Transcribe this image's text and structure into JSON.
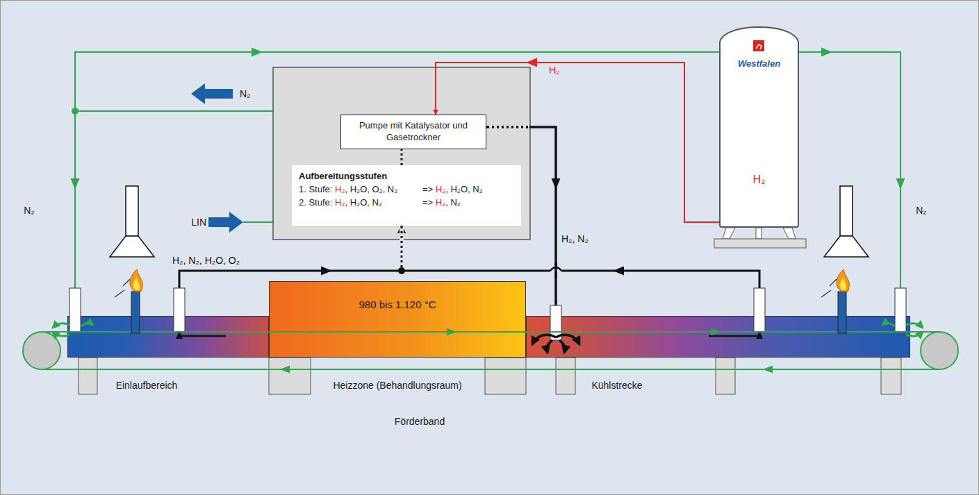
{
  "diagram": {
    "nodes": [
      {
        "text": [
          "Pumpe mit Katalysator und Gasetrockner"
        ]
      },
      {
        "text": [
          "Aufbereitungsstufen",
          "1. Stufe: H₂, H₂O, O₂, N₂ => H₂, H₂O, N₂",
          "2. Stufe: H₂, H₂O, N₂ => H₂, N₂"
        ]
      },
      {
        "text": [
          "Westfalen",
          "H₂"
        ]
      },
      {
        "text": [
          "Einlaufbereich"
        ]
      },
      {
        "text": [
          "980 bis 1.120 °C",
          "Heizzone (Behandlungsraum)"
        ]
      },
      {
        "text": [
          "Kühlstrecke"
        ]
      }
    ],
    "edges": [
      {
        "from": 2,
        "to": 0,
        "arrow": "to",
        "label": "H₂"
      },
      {
        "from": 0,
        "to": 5,
        "arrow": "to",
        "label": "H₂, N₂"
      },
      {
        "from": 3,
        "to": 1,
        "arrow": "to",
        "label": "H₂, N₂, H₂O, O₂"
      },
      {
        "from": 5,
        "to": 1,
        "arrow": "to"
      },
      {
        "from": 1,
        "to": 0,
        "arrow": "none"
      }
    ],
    "labels": [
      "N₂",
      "LIN",
      "N₂",
      "N₂",
      "Förderband"
    ]
  }
}
